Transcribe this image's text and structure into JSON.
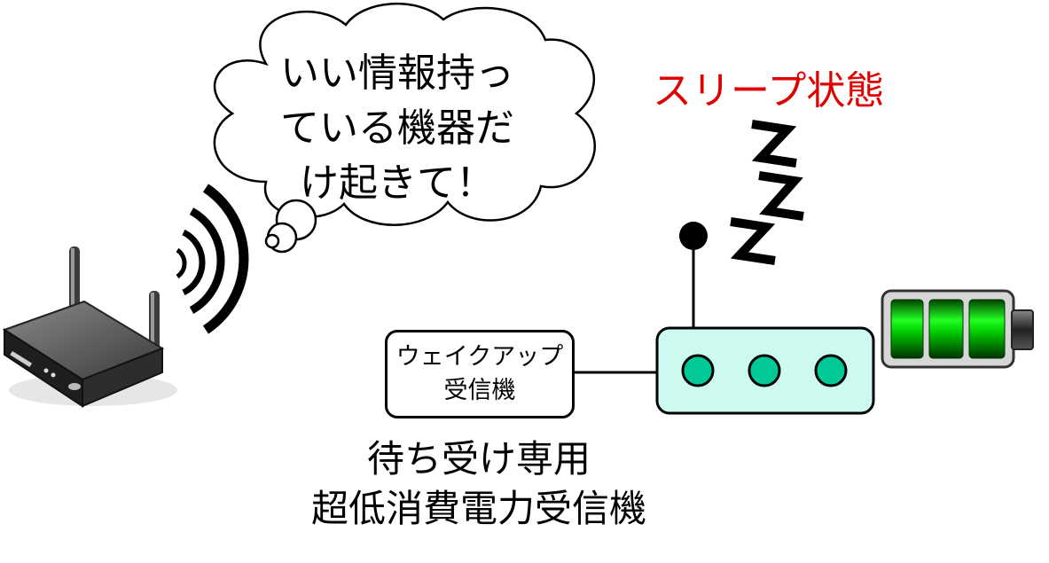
{
  "speech_bubble": {
    "lines": [
      "いい情報持っ",
      "ている機器だ",
      "け起きて！"
    ]
  },
  "sleep_label": "スリープ状態",
  "wakeup_receiver": {
    "line1": "ウェイクアップ",
    "line2": "受信機"
  },
  "caption": {
    "line1": "待ち受け専用",
    "line2": "超低消費電力受信機"
  },
  "colors": {
    "sleep_text": "#e00000",
    "device_body": "#ccfaf0",
    "device_led": "#00c896",
    "battery_green": "#00cc00"
  },
  "icons": [
    "wifi-router-icon",
    "wireless-signal-icon",
    "thought-bubble-icon",
    "zzz-sleep-icon",
    "iot-device-icon",
    "battery-full-icon"
  ]
}
